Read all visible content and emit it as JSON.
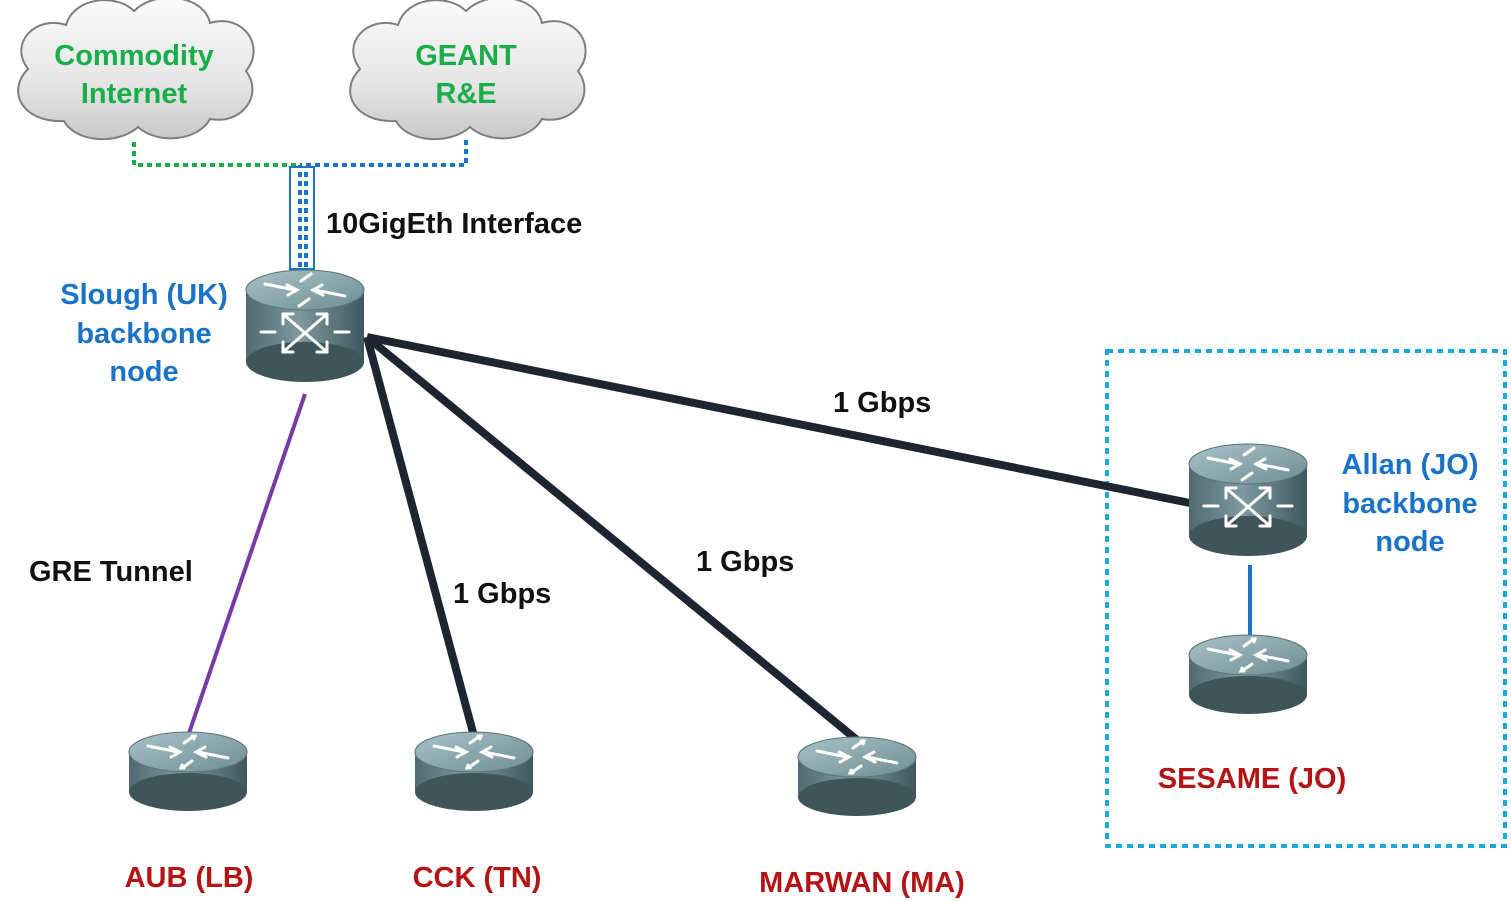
{
  "clouds": {
    "commodity": {
      "line1": "Commodity",
      "line2": "Internet"
    },
    "geant": {
      "line1": "GEANT",
      "line2": "R&E"
    }
  },
  "links": {
    "interface": "10GigEth Interface",
    "tunnel": "GRE Tunnel",
    "allan_speed": "1 Gbps",
    "cck_speed": "1 Gbps",
    "marwan_speed": "1 Gbps"
  },
  "nodes": {
    "slough": {
      "line1": "Slough (UK)",
      "line2": "backbone",
      "line3": "node"
    },
    "allan": {
      "line1": "Allan (JO)",
      "line2": "backbone",
      "line3": "node"
    },
    "aub": "AUB (LB)",
    "cck": "CCK (TN)",
    "marwan": "MARWAN (MA)",
    "sesame": "SESAME (JO)"
  },
  "colors": {
    "node_label": "#1a73c6",
    "site_label": "#b41414",
    "cloud_label": "#1aae4b",
    "backbone_link": "#1e2530",
    "tunnel_link": "#7a3aa6",
    "commodity_path": "#1aae4b",
    "geant_path": "#1a73c6",
    "jordan_boundary": "#19a8e0"
  },
  "icons": {
    "cloud": "cloud-icon",
    "router": "router-icon",
    "switch": "switch-router-icon"
  }
}
